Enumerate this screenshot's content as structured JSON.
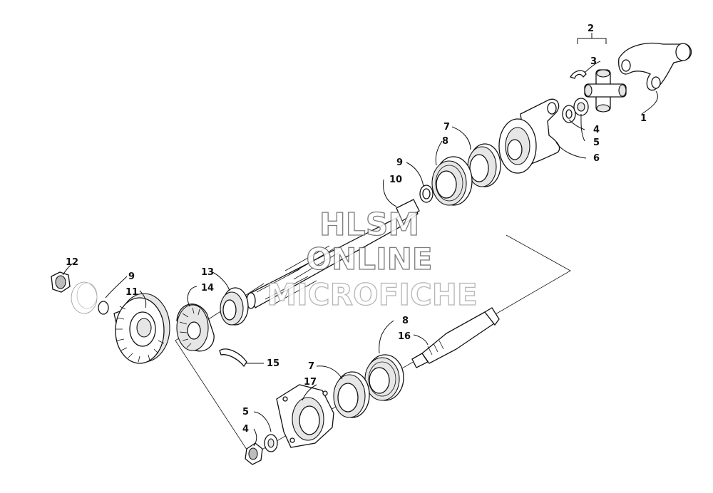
{
  "callouts": {
    "c1": "1",
    "c2": "2",
    "c3": "3",
    "c4a": "4",
    "c5a": "5",
    "c6": "6",
    "c7a": "7",
    "c8a": "8",
    "c9a": "9",
    "c10": "10",
    "c12": "12",
    "c9b": "9",
    "c11": "11",
    "c13": "13",
    "c14": "14",
    "c15": "15",
    "c8b": "8",
    "c16": "16",
    "c7b": "7",
    "c17": "17",
    "c5b": "5",
    "c4b": "4"
  },
  "watermark": {
    "line1": "HLSM",
    "line2": "ONLINE",
    "line3": "MICROFICHE"
  }
}
